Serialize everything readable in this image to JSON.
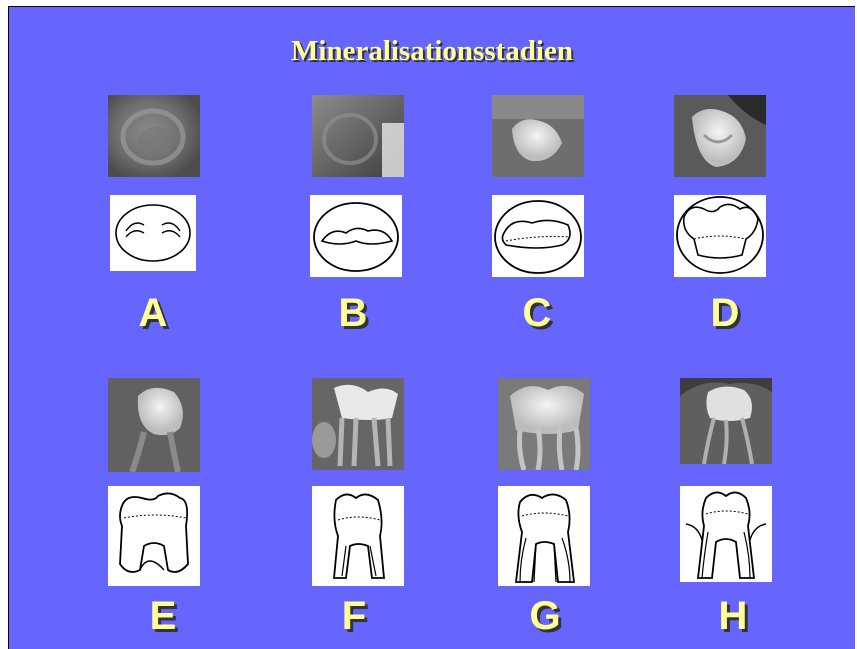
{
  "title": "Mineralisationsstadien",
  "stages": [
    "A",
    "B",
    "C",
    "D",
    "E",
    "F",
    "G",
    "H"
  ]
}
